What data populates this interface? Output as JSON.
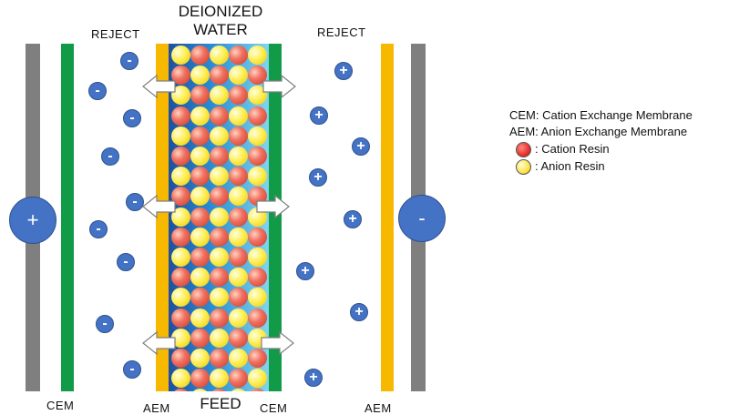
{
  "labels": {
    "deionized_water": "DEIONIZED WATER",
    "feed": "FEED",
    "reject_left": "REJECT",
    "reject_right": "REJECT",
    "cem_left": "CEM",
    "aem_left": "AEM",
    "cem_right": "CEM",
    "aem_right": "AEM"
  },
  "electrodes": {
    "anode": "+",
    "cathode": "-"
  },
  "ions": {
    "anion_symbol": "-",
    "cation_symbol": "+"
  },
  "legend": {
    "cem": "CEM: Cation Exchange Membrane",
    "aem": "AEM: Anion Exchange Membrane",
    "cation_resin": ": Cation Resin",
    "anion_resin": ": Anion Resin"
  },
  "colors": {
    "electrode_bar": "#7f7f7f",
    "cem_membrane": "#119a48",
    "aem_membrane": "#f7b800",
    "ion": "#4472c4",
    "cation_resin": "#e8302a",
    "anion_resin": "#ffe14d"
  }
}
